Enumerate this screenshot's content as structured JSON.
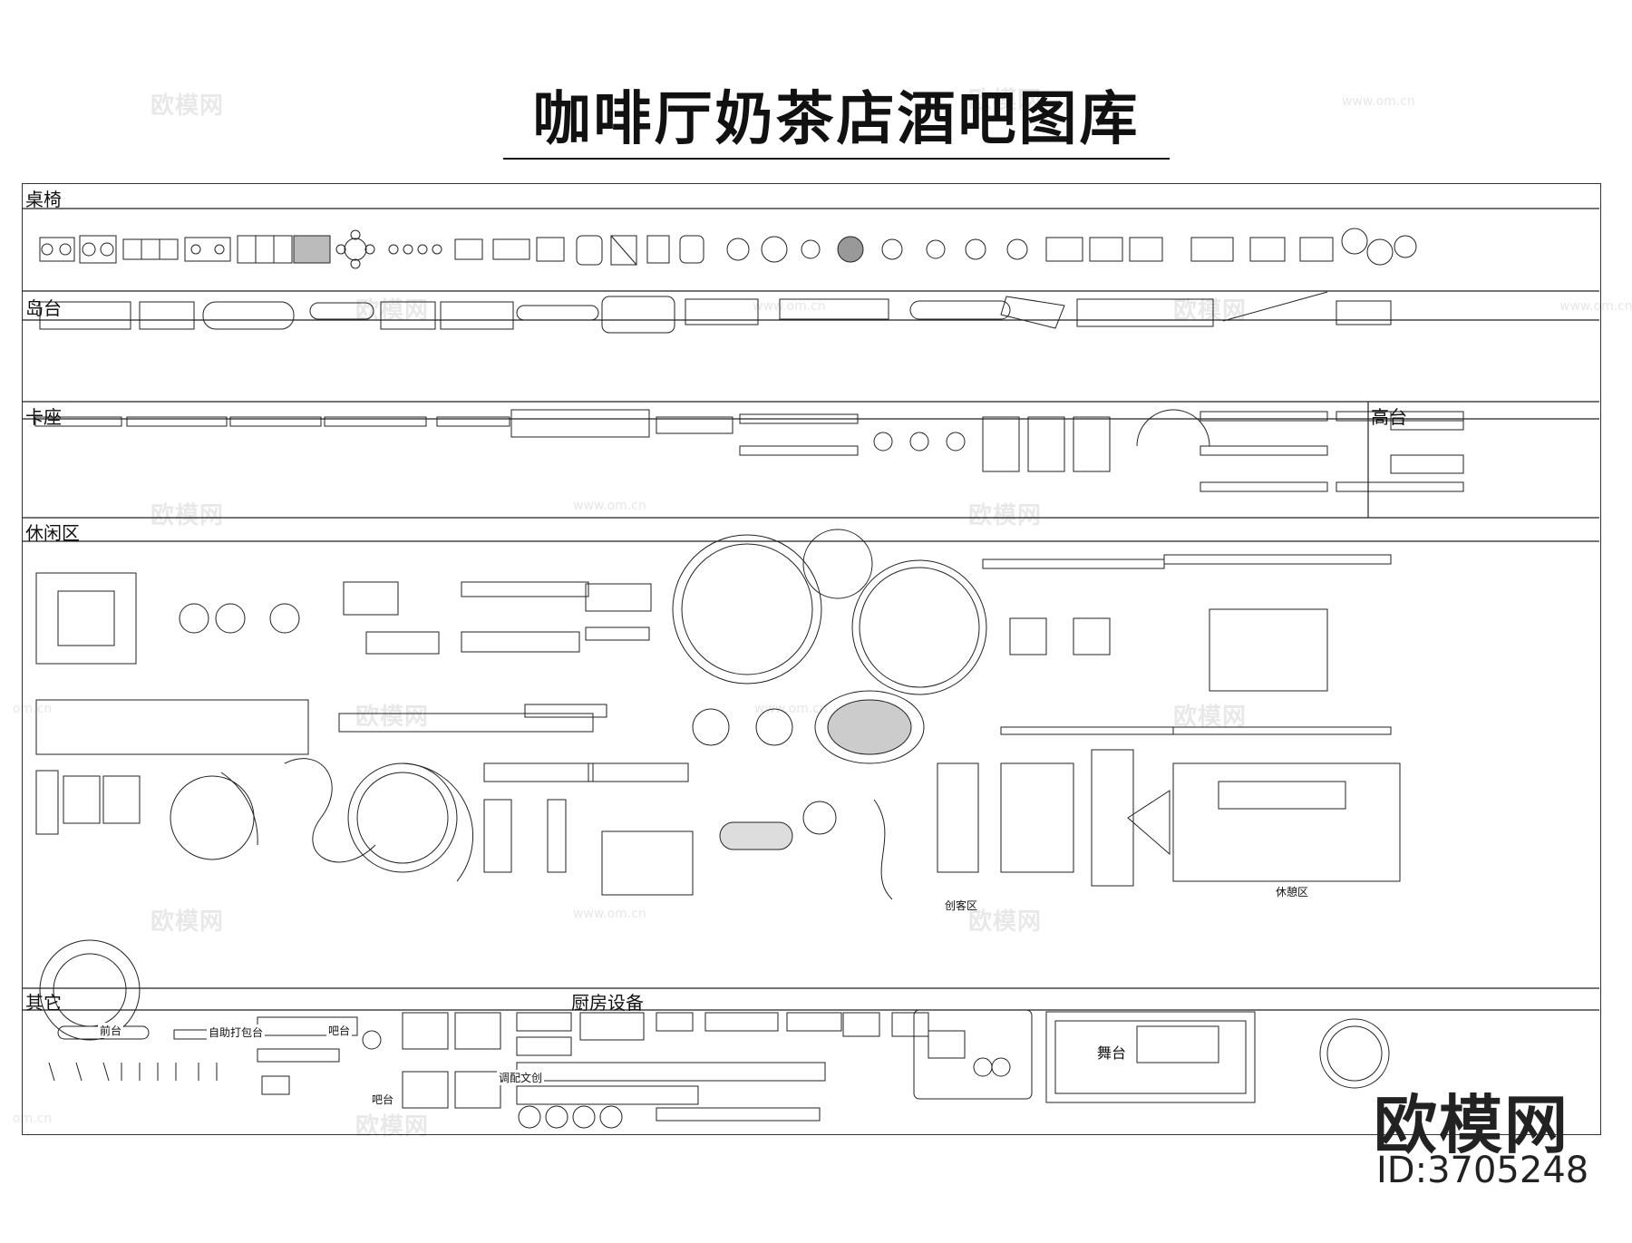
{
  "title": "咖啡厅奶茶店酒吧图库",
  "sections": {
    "tables_chairs": "桌椅",
    "island": "岛台",
    "booth": "卡座",
    "high_counter": "高台",
    "leisure": "休闲区",
    "other": "其它",
    "kitchen": "厨房设备"
  },
  "leisure_labels": {
    "chuangke": "创客区",
    "xiuxian": "休憩区"
  },
  "other_labels": {
    "self_service": "自助打包台",
    "reception": "前台",
    "bar1": "吧台",
    "bar2": "吧台",
    "display": "调配文创",
    "stage": "舞台"
  },
  "watermark": {
    "text": "欧模网",
    "url": "www.om.cn",
    "url_short": "om.cn"
  },
  "brand": "欧模网",
  "asset_id": "ID:3705248",
  "colors": {
    "ink": "#111111",
    "frame": "#333333",
    "background": "#ffffff"
  }
}
